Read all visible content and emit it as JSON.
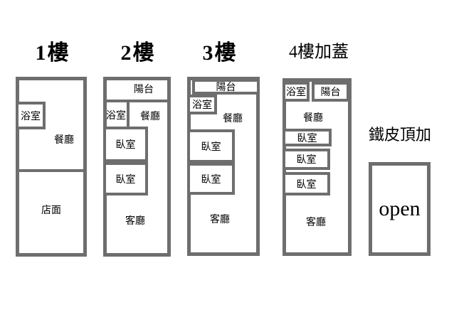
{
  "floors": [
    {
      "title": "1樓",
      "bathroom": "浴室",
      "dining": "餐廳",
      "shop": "店面"
    },
    {
      "title": "2樓",
      "balcony": "陽台",
      "bathroom": "浴室",
      "dining": "餐廳",
      "bedroom1": "臥室",
      "bedroom2": "臥室",
      "living": "客廳"
    },
    {
      "title": "3樓",
      "balcony": "陽台",
      "bathroom": "浴室",
      "dining": "餐廳",
      "bedroom1": "臥室",
      "bedroom2": "臥室",
      "living": "客廳"
    },
    {
      "title": "4樓加蓋",
      "bathroom": "浴室",
      "balcony": "陽台",
      "dining": "餐廳",
      "bedroom1": "臥室",
      "bedroom2": "臥室",
      "bedroom3": "臥室",
      "living": "客廳"
    }
  ],
  "rooftop": {
    "title": "鐵皮頂加",
    "open_label": "open"
  },
  "colors": {
    "wall": "#6e6e6e",
    "text": "#000000",
    "background": "#ffffff"
  }
}
